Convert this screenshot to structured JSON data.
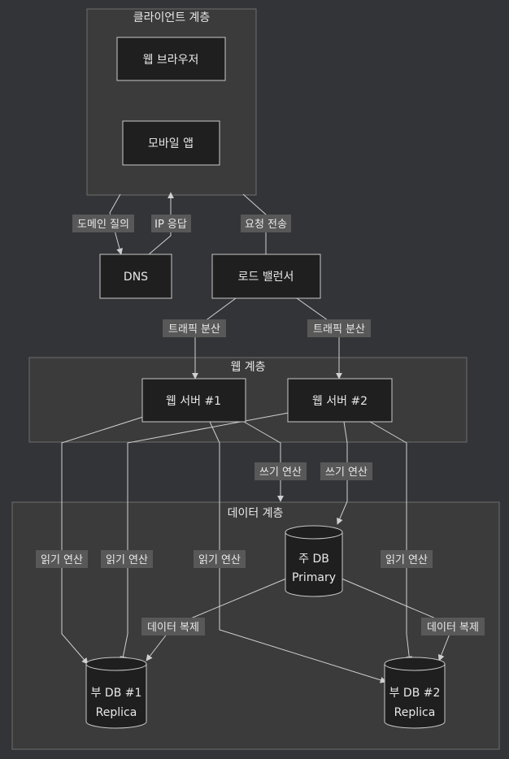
{
  "clusters": {
    "client": "클라이언트 계층",
    "web": "웹 계층",
    "data": "데이터 계층"
  },
  "nodes": {
    "browser": "웹 브라우저",
    "mobile": "모바일 앱",
    "dns": "DNS",
    "lb": "로드 밸런서",
    "web1": "웹 서버 #1",
    "web2": "웹 서버 #2",
    "primary_db": [
      "주 DB",
      "Primary"
    ],
    "replica1": [
      "부 DB #1",
      "Replica"
    ],
    "replica2": [
      "부 DB #2",
      "Replica"
    ]
  },
  "edge_labels": {
    "dns_query": "도메인 질의",
    "ip_response": "IP 응답",
    "request_send": "요청 전송",
    "traffic1": "트래픽 분산",
    "traffic2": "트래픽 분산",
    "write1": "쓰기 연산",
    "write2": "쓰기 연산",
    "read1": "읽기 연산",
    "read2": "읽기 연산",
    "read3": "읽기 연산",
    "read4": "읽기 연산",
    "replicate1": "데이터 복제",
    "replicate2": "데이터 복제"
  }
}
